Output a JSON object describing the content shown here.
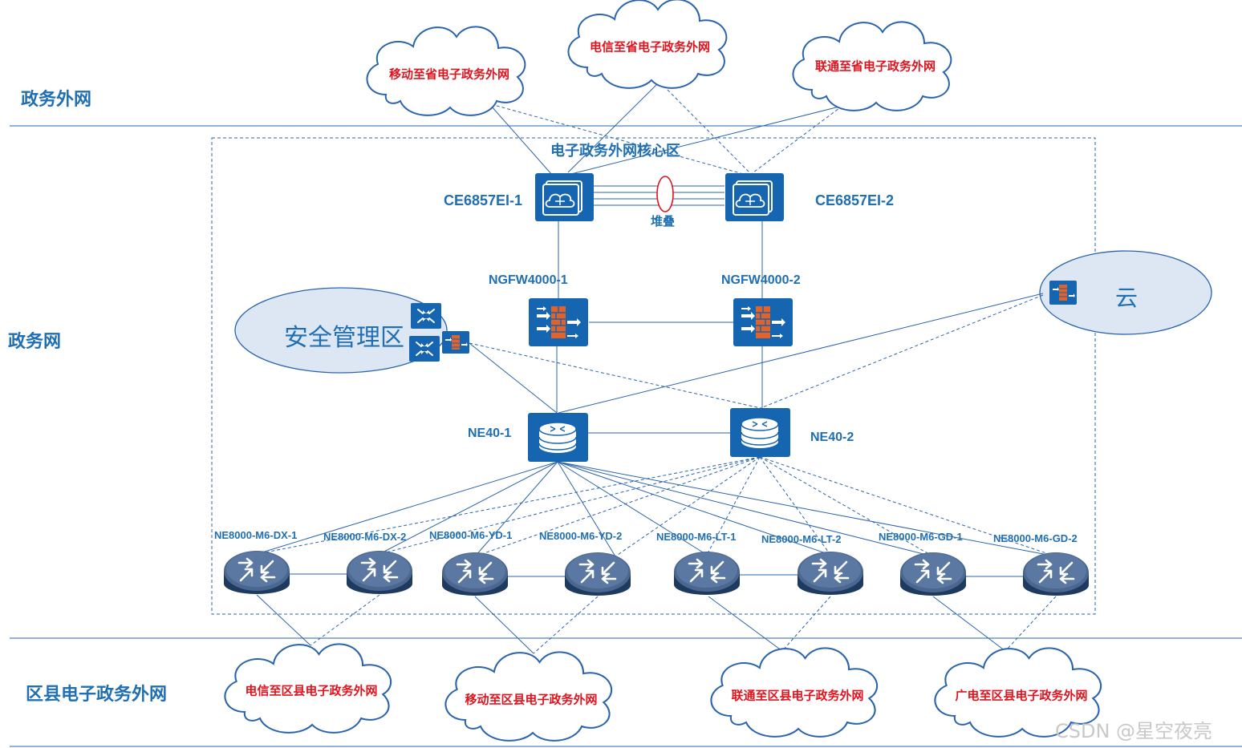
{
  "zones": {
    "external": "政务外网",
    "gov": "政务网",
    "county": "区县电子政务外网"
  },
  "core_area_label": "电子政务外网核心区",
  "stack_label": "堆叠",
  "devices": {
    "ce1": "CE6857EI-1",
    "ce2": "CE6857EI-2",
    "fw1": "NGFW4000-1",
    "fw2": "NGFW4000-2",
    "ne1": "NE40-1",
    "ne2": "NE40-2"
  },
  "access_routers": [
    "NE8000-M6-DX-1",
    "NE8000-M6-DX-2",
    "NE8000-M6-YD-1",
    "NE8000-M6-YD-2",
    "NE8000-M6-LT-1",
    "NE8000-M6-LT-2",
    "NE8000-M6-GD-1",
    "NE8000-M6-GD-2"
  ],
  "top_clouds": {
    "mobile": "移动至省电子政务外网",
    "telecom": "电信至省电子政务外网",
    "unicom": "联通至省电子政务外网"
  },
  "bottom_clouds": {
    "telecom": "电信至区县电子政务外网",
    "mobile": "移动至区县电子政务外网",
    "unicom": "联通至区县电子政务外网",
    "broadcast": "广电至区县电子政务外网"
  },
  "security_zone_label": "安全管理区",
  "cloud_zone_label": "云",
  "watermark": "CSDN @星空夜亮",
  "colors": {
    "line": "#2a64ad",
    "label_blue": "#1f6fb2",
    "cloud_text": "#e0141e",
    "device_fill": "#1565b0",
    "ellipse_fill": "#dde6f3",
    "firewall": "#e2632a"
  }
}
